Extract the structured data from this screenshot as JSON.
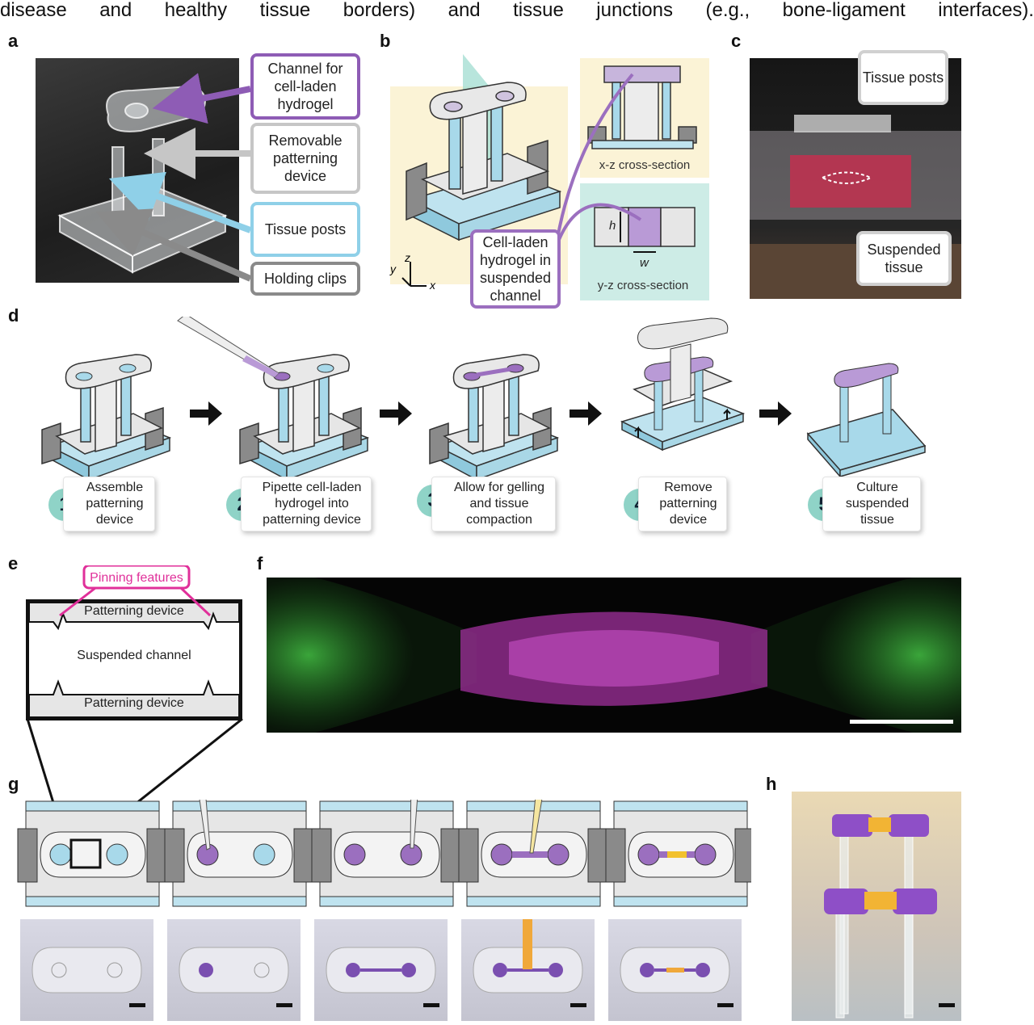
{
  "top_line": {
    "words": [
      "disease",
      "and",
      "healthy",
      "tissue",
      "borders)",
      "and",
      "tissue",
      "junctions",
      "(e.g.,",
      "bone-ligament",
      "interfaces)."
    ]
  },
  "panel_labels": {
    "a": "a",
    "b": "b",
    "c": "c",
    "d": "d",
    "e": "e",
    "f": "f",
    "g": "g",
    "h": "h"
  },
  "panel_a": {
    "callout_channel": "Channel for cell-laden hydrogel",
    "callout_removable": "Removable patterning device",
    "callout_posts": "Tissue posts",
    "callout_clips": "Holding clips"
  },
  "panel_b": {
    "xz_caption": "x-z cross-section",
    "yz_caption": "y-z cross-section",
    "callout_hydrogel": "Cell-laden hydrogel in suspended channel",
    "h_label": "h",
    "w_label": "w",
    "axis_z": "z",
    "axis_y": "y",
    "axis_x": "x"
  },
  "panel_c": {
    "callout_posts": "Tissue posts",
    "callout_suspended": "Suspended tissue"
  },
  "panel_d": {
    "steps": [
      {
        "num": "1",
        "text": "Assemble patterning device"
      },
      {
        "num": "2",
        "text": "Pipette cell-laden hydrogel into patterning device"
      },
      {
        "num": "3",
        "text": "Allow for gelling and tissue compaction"
      },
      {
        "num": "4",
        "text": "Remove patterning device"
      },
      {
        "num": "5",
        "text": "Culture suspended tissue"
      }
    ]
  },
  "panel_e": {
    "pinning": "Pinning features",
    "device_top": "Patterning device",
    "channel": "Suspended channel",
    "device_bottom": "Patterning device"
  },
  "colors": {
    "purple": "#9b6fbf",
    "blue": "#a8d9ea",
    "magenta": "#e0309a",
    "teal": "#8fd3c7",
    "grey": "#b8b8b8"
  }
}
